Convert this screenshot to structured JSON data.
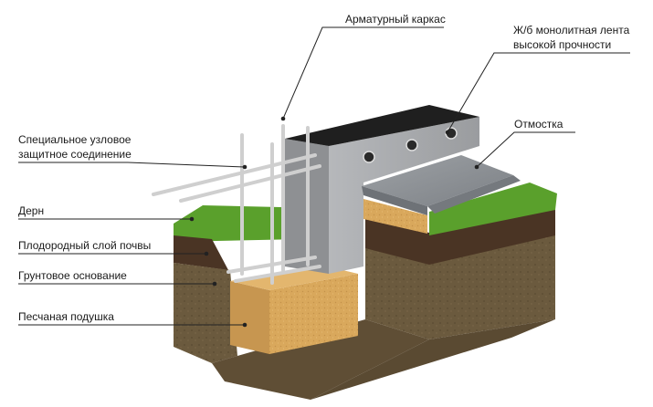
{
  "labels": {
    "rebar_cage": "Арматурный каркас",
    "rc_strip_line1": "Ж/б монолитная лента",
    "rc_strip_line2": "высокой прочности",
    "blind_area": "Отмостка",
    "special_joint_line1": "Специальное узловое",
    "special_joint_line2": "защитное соединение",
    "turf": "Дерн",
    "fertile_soil": "Плодородный слой почвы",
    "ground_base": "Грунтовое основание",
    "sand_cushion": "Песчаная подушка"
  },
  "colors": {
    "grass": "#5aa02c",
    "fertile_soil": "#4a3424",
    "ground": "#6b5a3e",
    "sand": "#d9a85c",
    "concrete": "#a7a9ac",
    "concrete_top": "#1f1f1f",
    "blind_area": "#8d9196",
    "rebar": "#cfcfcf",
    "leader_line": "#222222"
  }
}
